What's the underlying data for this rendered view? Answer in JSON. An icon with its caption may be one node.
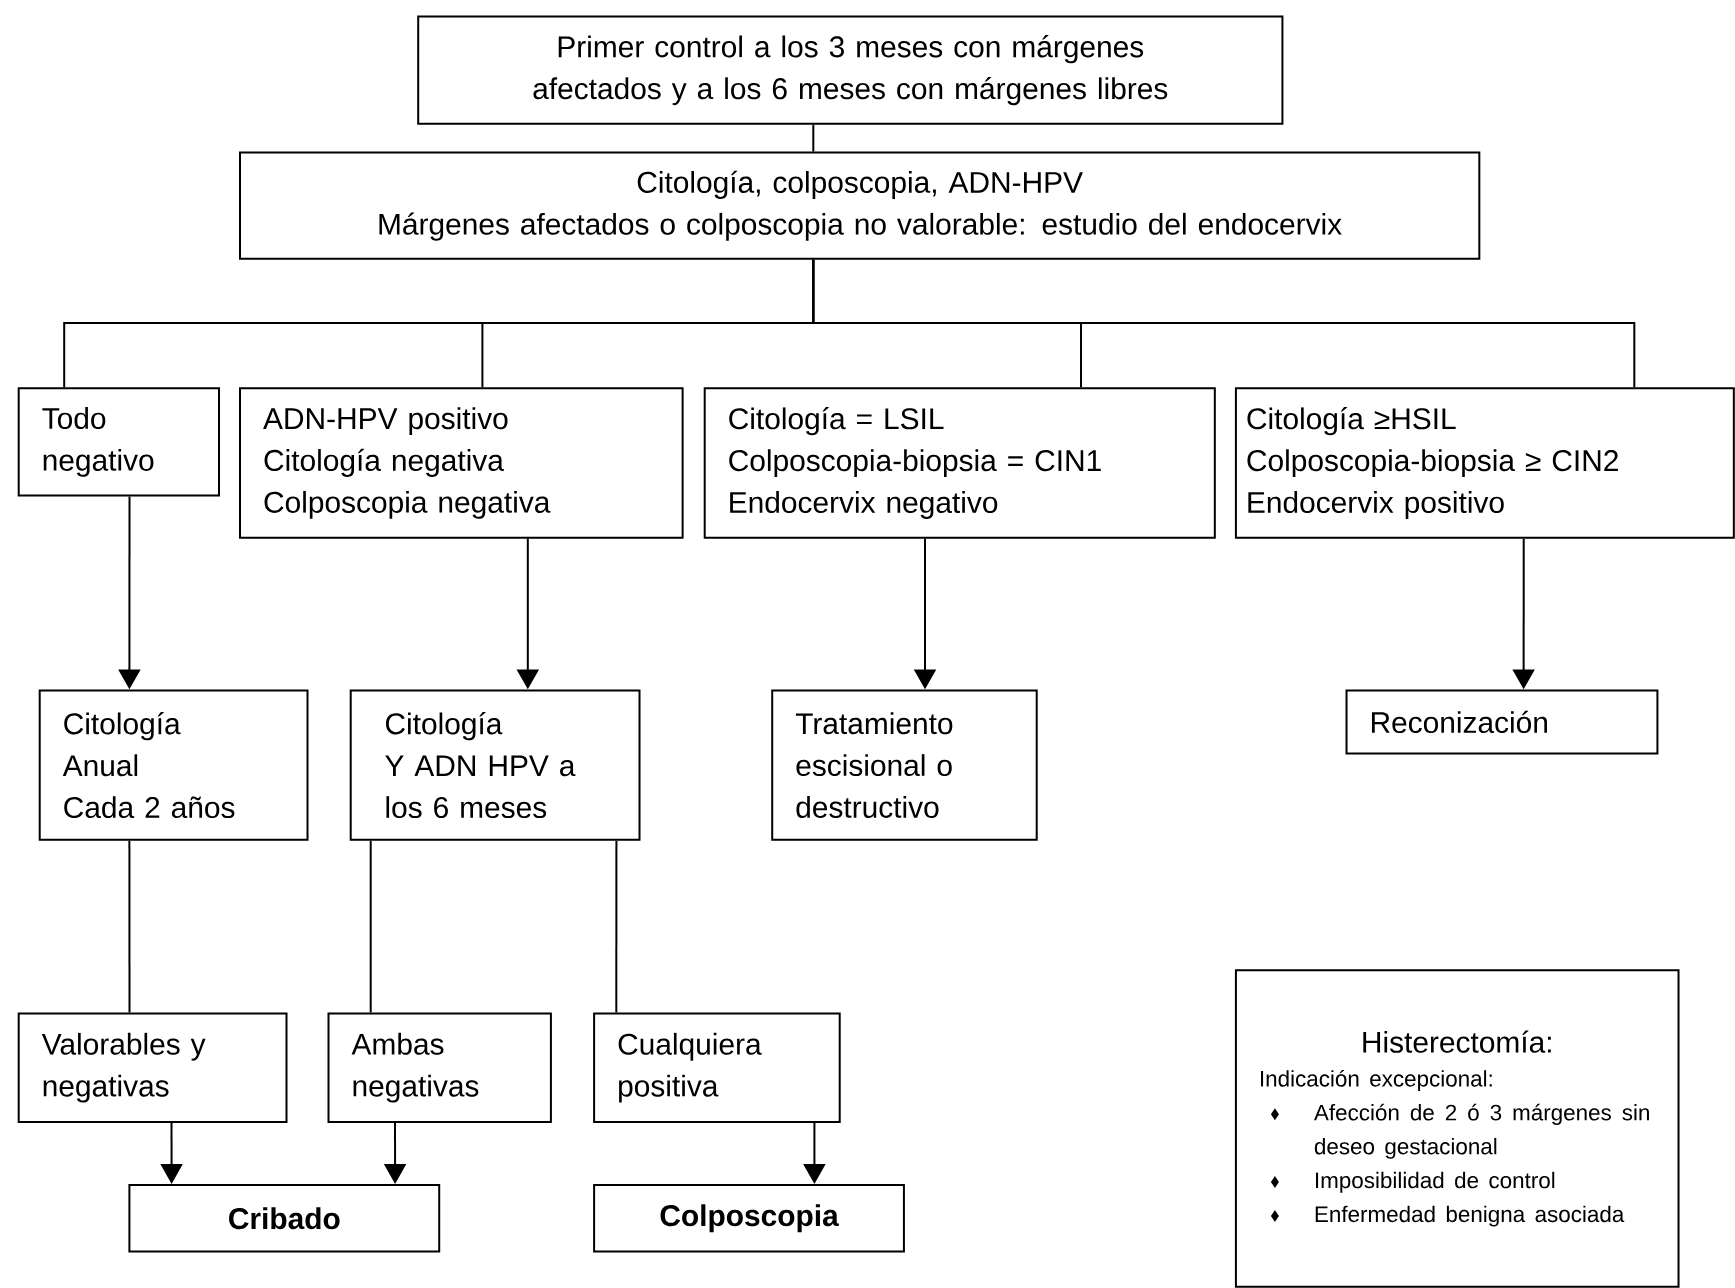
{
  "diagram": {
    "nodes": [
      {
        "text": [
          "Primer control a los 3 meses con márgenes afectados y a los 6 meses con márgenes libres"
        ]
      },
      {
        "text": [
          "Citología, colposcopia, ADN-HPV",
          "Márgenes afectados o colposcopia no valorable: estudio del endocervix"
        ]
      },
      {
        "text": [
          "Todo negativo"
        ]
      },
      {
        "text": [
          "ADN-HPV positivo",
          "Citología negativa",
          "Colposcopia negativa"
        ]
      },
      {
        "text": [
          "Citología = LSIL",
          "Colposcopia-biopsia = CIN1",
          "Endocervix negativo"
        ]
      },
      {
        "text": [
          "Citología ≥HSIL",
          "Colposcopia-biopsia ≥ CIN2",
          "Endocervix positivo"
        ]
      },
      {
        "text": [
          "Citología",
          "Anual",
          "Cada 2 años"
        ]
      },
      {
        "text": [
          "Citología",
          "Y ADN HPV a los 6 meses"
        ]
      },
      {
        "text": [
          "Tratamiento escisional o destructivo"
        ]
      },
      {
        "text": [
          "Reconización"
        ]
      },
      {
        "text": [
          "Valorables y negativas"
        ]
      },
      {
        "text": [
          "Ambas negativas"
        ]
      },
      {
        "text": [
          "Cualquiera positiva"
        ]
      },
      {
        "text": [
          "Cribado"
        ]
      },
      {
        "text": [
          "Colposcopia"
        ]
      },
      {
        "text": [
          "Histerectomía:",
          "Indicación excepcional:",
          "Afección de 2 ó 3 márgenes sin deseo gestacional",
          "Imposibilidad de control",
          "Enfermedad benigna asociada"
        ]
      }
    ],
    "edges": [
      {
        "from": 0,
        "to": 1,
        "arrow": "none"
      },
      {
        "from": 1,
        "to": 2,
        "arrow": "none"
      },
      {
        "from": 1,
        "to": 3,
        "arrow": "none"
      },
      {
        "from": 1,
        "to": 4,
        "arrow": "none"
      },
      {
        "from": 1,
        "to": 5,
        "arrow": "none"
      },
      {
        "from": 2,
        "to": 6,
        "arrow": "to"
      },
      {
        "from": 3,
        "to": 7,
        "arrow": "to"
      },
      {
        "from": 4,
        "to": 8,
        "arrow": "to"
      },
      {
        "from": 5,
        "to": 9,
        "arrow": "to"
      },
      {
        "from": 6,
        "to": 10,
        "arrow": "none"
      },
      {
        "from": 7,
        "to": 11,
        "arrow": "none"
      },
      {
        "from": 7,
        "to": 12,
        "arrow": "none"
      },
      {
        "from": 10,
        "to": 13,
        "arrow": "to"
      },
      {
        "from": 11,
        "to": 13,
        "arrow": "to"
      },
      {
        "from": 12,
        "to": 14,
        "arrow": "to"
      }
    ]
  }
}
